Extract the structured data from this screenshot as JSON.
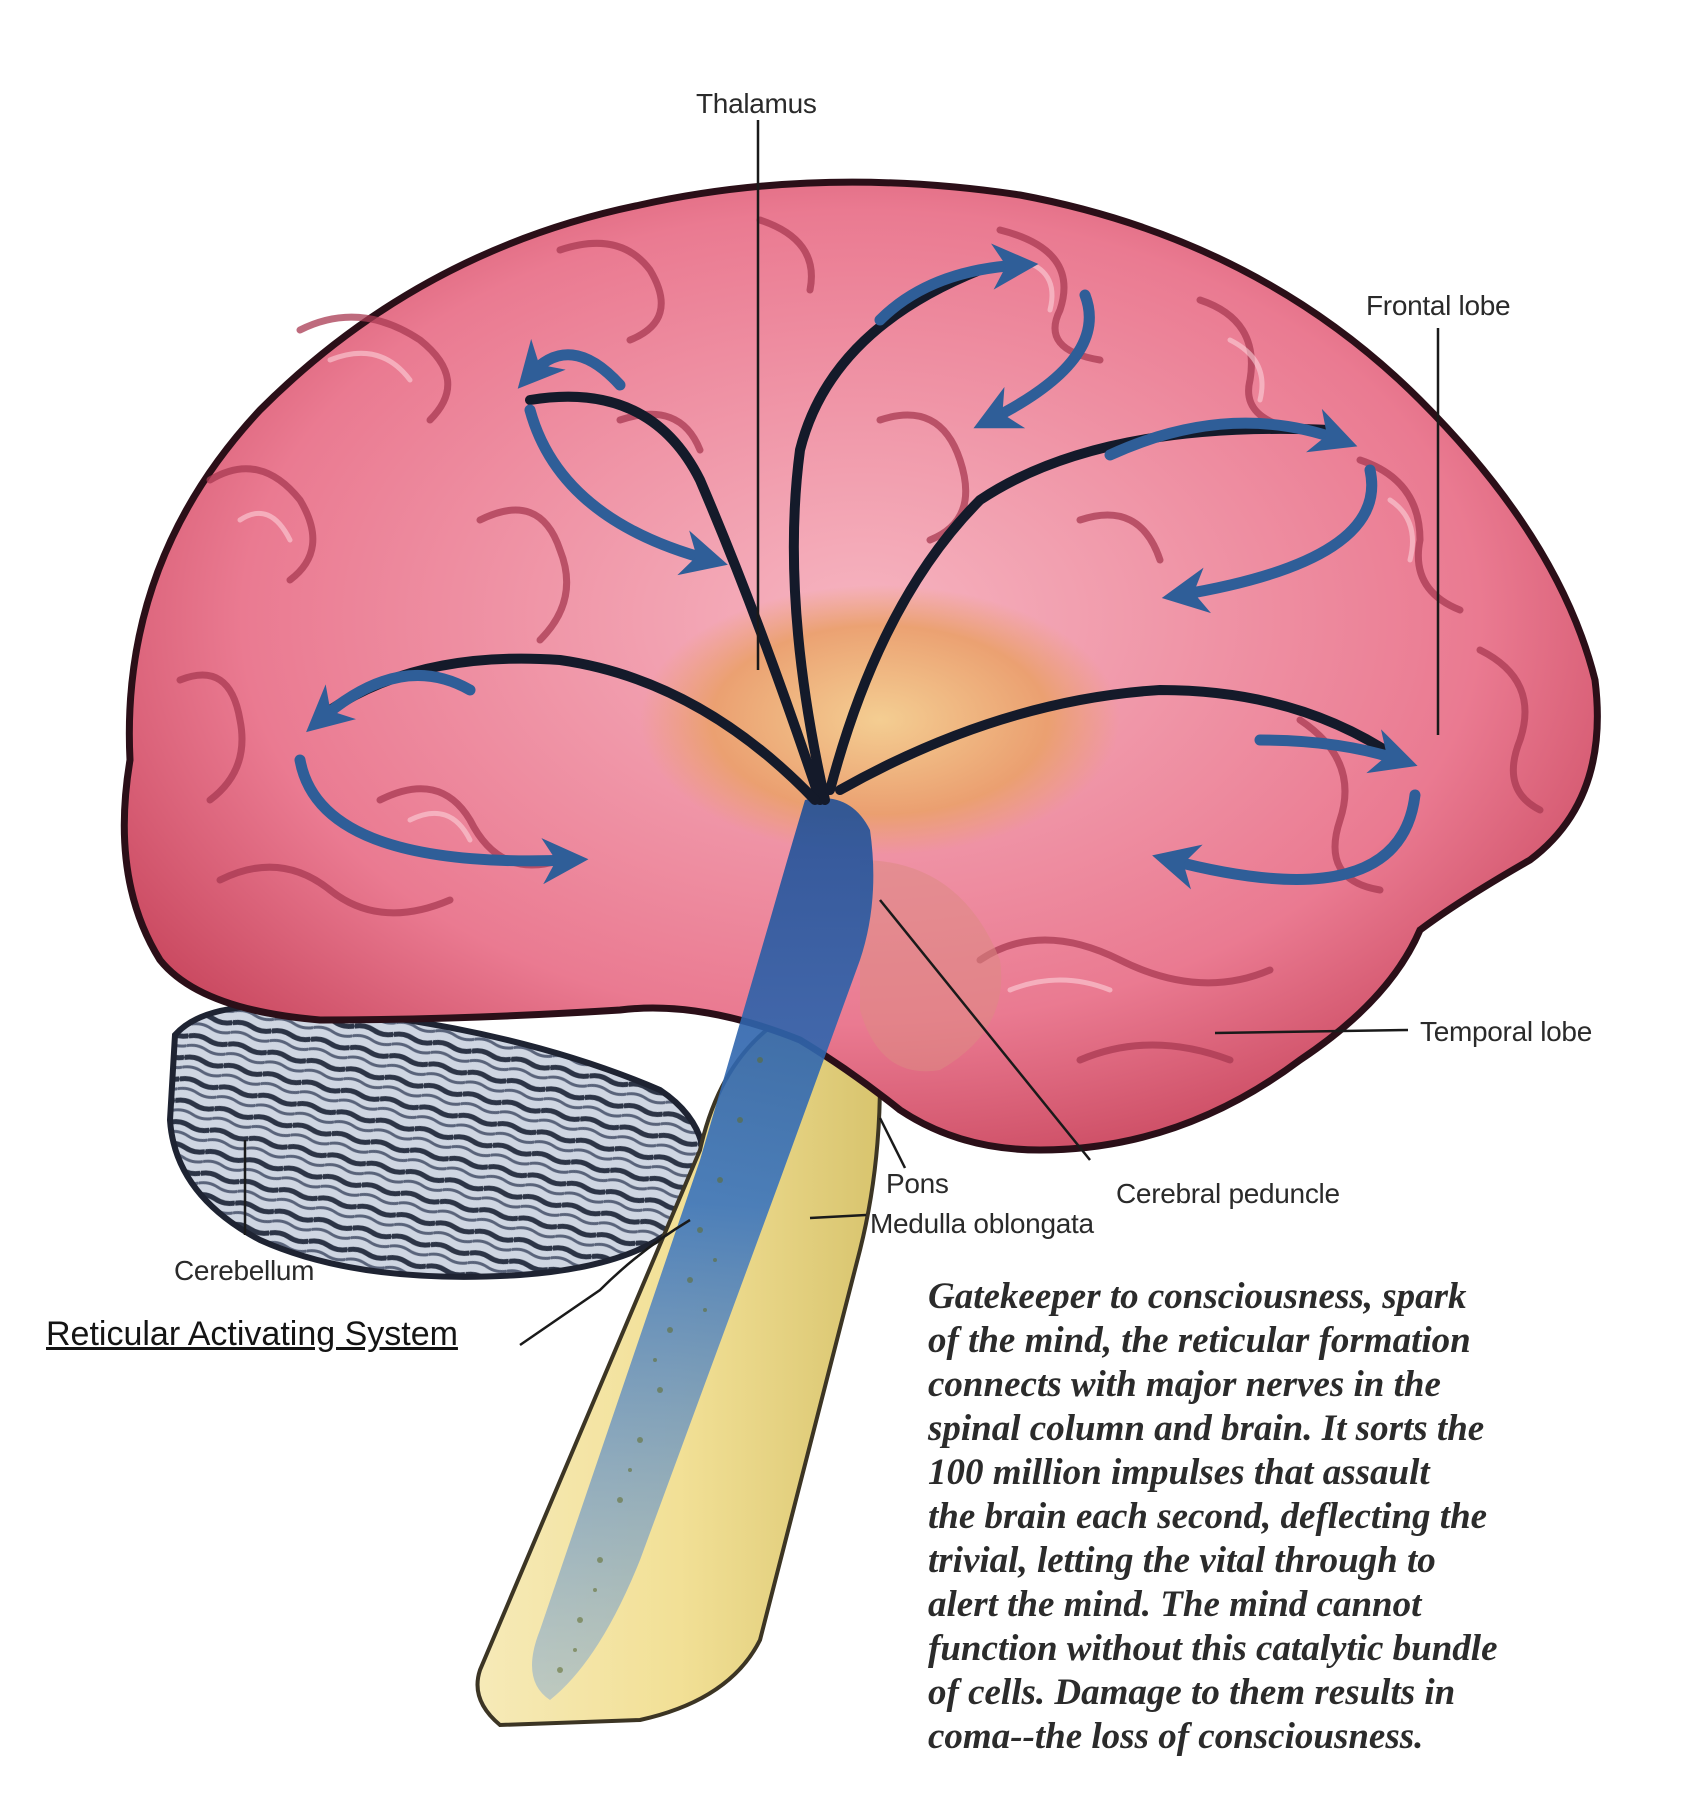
{
  "labels": {
    "thalamus": "Thalamus",
    "frontal_lobe": "Frontal lobe",
    "temporal_lobe": "Temporal lobe",
    "pons": "Pons",
    "cerebral_peduncle": "Cerebral peduncle",
    "medulla_oblongata": "Medulla oblongata",
    "cerebellum": "Cerebellum",
    "reticular_activating_system": "Reticular Activating System"
  },
  "caption": {
    "lines": [
      "Gatekeeper to consciousness, spark",
      "of the mind, the reticular formation",
      "connects with major nerves in the",
      "spinal column and brain.  It sorts the",
      "100 million impulses that assault",
      "the brain each second, deflecting the",
      "trivial, letting the vital through to",
      "alert the mind.  The mind cannot",
      "function without this catalytic bundle",
      "of cells.  Damage to them results in",
      "coma--the loss of consciousness."
    ]
  },
  "colors": {
    "cerebrum": "#e9788f",
    "cerebrum_outline": "#7a1d2e",
    "thalamus_glow": "#e7a46a",
    "cerebellum": "#8d97a8",
    "brainstem": "#f0e2a0",
    "reticular_system": "#3a72b8",
    "arrows": "#2f5e98"
  }
}
